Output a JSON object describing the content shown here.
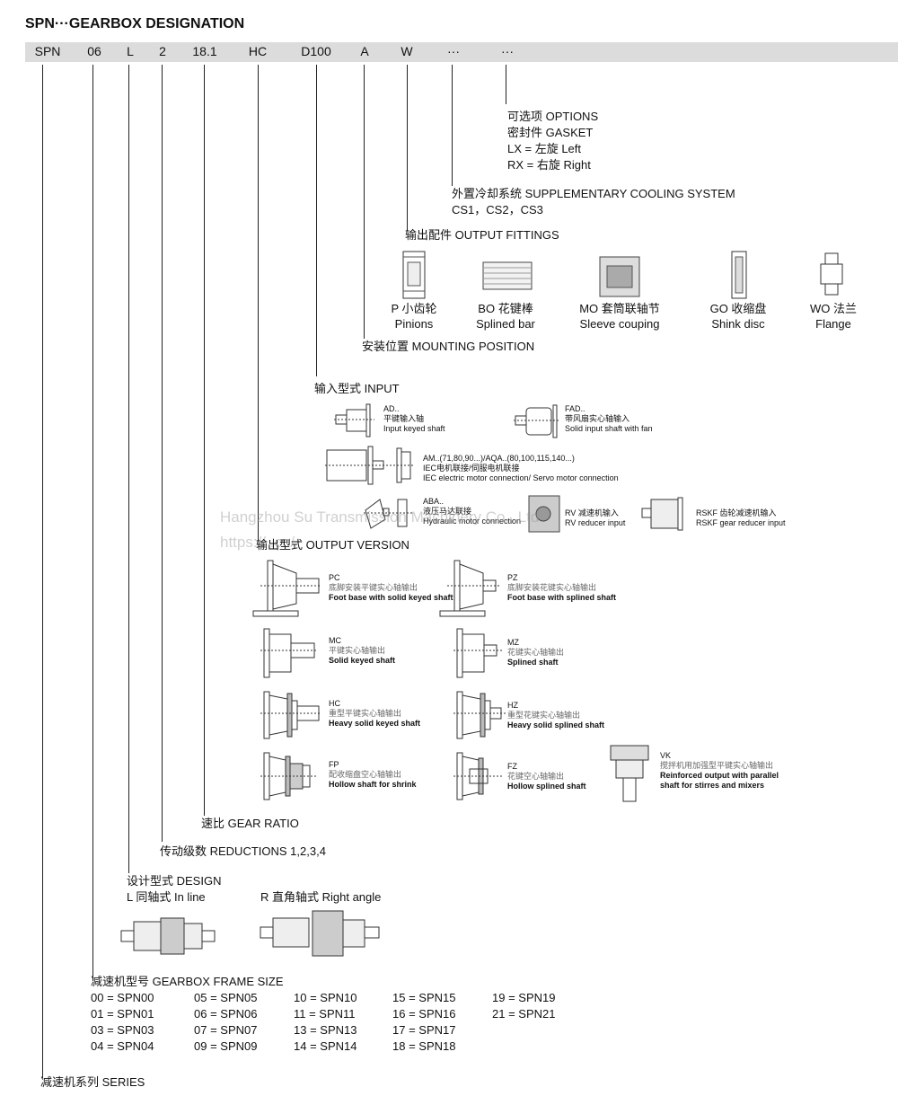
{
  "title": "SPN···GEARBOX DESIGNATION",
  "codes": [
    "SPN",
    "06",
    "L",
    "2",
    "18.1",
    "HC",
    "D100",
    "A",
    "W",
    "···",
    "···"
  ],
  "options": {
    "l1": "可选项  OPTIONS",
    "l2": "密封件  GASKET",
    "l3": "LX = 左旋  Left",
    "l4": "RX = 右旋  Right"
  },
  "cooling": {
    "l1": "外置冷却系统  SUPPLEMENTARY COOLING SYSTEM",
    "l2": "CS1，CS2，CS3"
  },
  "fittings": {
    "heading": "输出配件  OUTPUT FITTINGS",
    "items": [
      {
        "cn": "P 小齿轮",
        "en": "Pinions"
      },
      {
        "cn": "BO 花键棒",
        "en": "Splined bar"
      },
      {
        "cn": "MO 套筒联轴节",
        "en": "Sleeve couping"
      },
      {
        "cn": "GO 收缩盘",
        "en": "Shink disc"
      },
      {
        "cn": "WO 法兰",
        "en": "Flange"
      }
    ]
  },
  "mounting": "安装位置  MOUNTING POSITION",
  "input": {
    "heading": "输入型式  INPUT",
    "items": [
      {
        "code": "AD..",
        "cn": "平键输入轴",
        "en": "Input keyed shaft"
      },
      {
        "code": "FAD..",
        "cn": "带风扇实心轴输入",
        "en": "Solid input shaft with fan"
      },
      {
        "code": "AM..(71,80,90...)/AQA..(80,100,115,140...)",
        "cn": "IEC电机联接/伺服电机联接",
        "en": "IEC electric motor connection/ Servo motor connection"
      },
      {
        "code": "ABA..",
        "cn": "液压马达联接",
        "en": "Hydraulic motor connection"
      },
      {
        "cn": "RV 减速机输入",
        "en": "RV reducer input"
      },
      {
        "cn": "RSKF 齿轮减速机输入",
        "en": "RSKF gear reducer input"
      }
    ]
  },
  "output": {
    "heading": "输出型式  OUTPUT VERSION",
    "items": [
      {
        "code": "PC",
        "cn": "底脚安装平键实心轴输出",
        "en": "Foot base with solid keyed shaft"
      },
      {
        "code": "PZ",
        "cn": "底脚安装花键实心轴输出",
        "en": "Foot base with splined shaft"
      },
      {
        "code": "MC",
        "cn": "平键实心轴输出",
        "en": "Solid keyed shaft"
      },
      {
        "code": "MZ",
        "cn": "花键实心轴输出",
        "en": "Splined shaft"
      },
      {
        "code": "HC",
        "cn": "重型平键实心轴输出",
        "en": "Heavy solid keyed shaft"
      },
      {
        "code": "HZ",
        "cn": "重型花键实心轴输出",
        "en": "Heavy solid splined shaft"
      },
      {
        "code": "FP",
        "cn": "配收缩盘空心轴输出",
        "en": "Hollow shaft for shrink"
      },
      {
        "code": "FZ",
        "cn": "花键空心轴输出",
        "en": "Hollow  splined shaft"
      },
      {
        "code": "VK",
        "cn": "搅拌机用加强型平键实心轴输出",
        "en": "Reinforced output with parallel",
        "en2": "shaft for stirres and mixers"
      }
    ]
  },
  "ratio": "速比  GEAR RATIO",
  "reductions": "传动级数  REDUCTIONS 1,2,3,4",
  "design": {
    "heading": "设计型式  DESIGN",
    "inline": "L  同轴式  In line",
    "right": "R  直角轴式  Right angle"
  },
  "frame": {
    "heading": "减速机型号  GEARBOX FRAME SIZE",
    "cols": [
      [
        "00 = SPN00",
        "01 = SPN01",
        "03 = SPN03",
        "04 = SPN04"
      ],
      [
        "05 = SPN05",
        "06 = SPN06",
        "07 = SPN07",
        "09 = SPN09"
      ],
      [
        "10 = SPN10",
        "11 = SPN11",
        "13 = SPN13",
        "14 = SPN14"
      ],
      [
        "15 = SPN15",
        "16 = SPN16",
        "17 = SPN17",
        "18 = SPN18"
      ],
      [
        "19 = SPN19",
        "21 = SPN21"
      ]
    ]
  },
  "series": "减速机系列  SERIES",
  "watermark": {
    "l1": "Hangzhou Su    Transmission Machinery Co., Ltd",
    "l2": "https://                          .cn/"
  }
}
